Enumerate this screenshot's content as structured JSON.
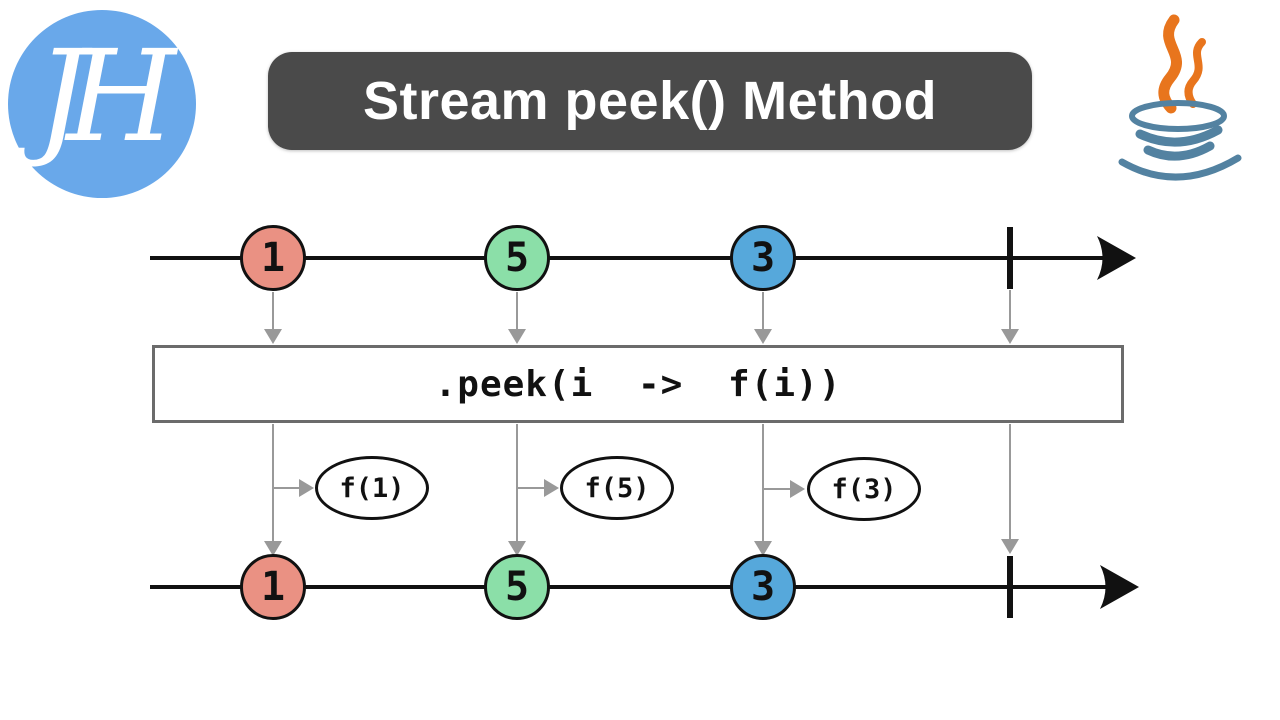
{
  "brand": {
    "monogram": "JH",
    "circle_color": "#69A8EA"
  },
  "banner": {
    "title": "Stream peek() Method",
    "bg_color": "#4A4A4A",
    "text_color": "#FFFFFF"
  },
  "java_logo": {
    "flame_color": "#E8751D",
    "cup_color": "#5382A1"
  },
  "diagram": {
    "input_stream": {
      "values": [
        "1",
        "5",
        "3"
      ]
    },
    "peek_box": {
      "label": ".peek(i -> f(i))"
    },
    "side_effects": {
      "labels": [
        "f(1)",
        "f(5)",
        "f(3)"
      ]
    },
    "output_stream": {
      "values": [
        "1",
        "5",
        "3"
      ]
    },
    "element_colors": [
      "#EA9183",
      "#8BDFA8",
      "#56A8DB"
    ],
    "connector_color": "#999999",
    "line_color": "#111111"
  }
}
